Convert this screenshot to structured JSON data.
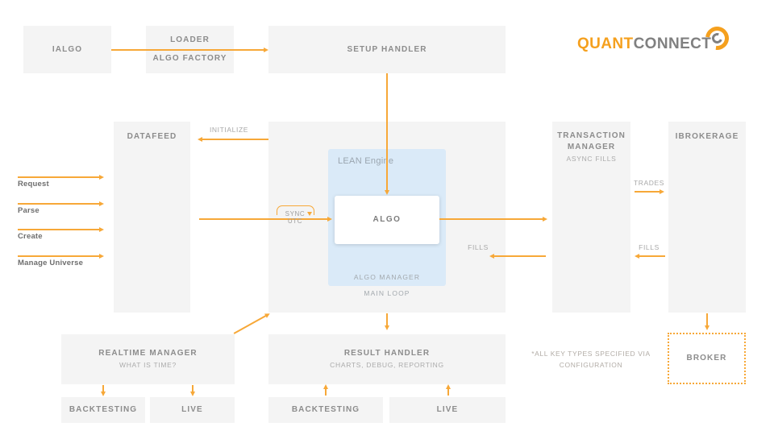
{
  "logo": {
    "primary": "QUANT",
    "secondary": "CONNECT"
  },
  "colors": {
    "accent": "#F7A838",
    "logo_orange": "#F5A01E",
    "logo_gray": "#808080",
    "box_bg": "#F4F4F4",
    "lean_bg": "#DAEAF8",
    "title_text": "#8C8C8C"
  },
  "nodes": {
    "ialgo": {
      "title": "IALGO"
    },
    "loader": {
      "title": "LOADER",
      "subtitle": "ALGO FACTORY"
    },
    "setup_handler": {
      "title": "SETUP HANDLER"
    },
    "datafeed": {
      "title": "DATAFEED"
    },
    "lean_engine": {
      "title": "LEAN Engine",
      "algo": "ALGO",
      "algo_manager": "ALGO MANAGER",
      "main_loop": "MAIN LOOP"
    },
    "transaction_manager": {
      "title": "TRANSACTION MANAGER",
      "subtitle": "ASYNC FILLS"
    },
    "ibrokerage": {
      "title": "IBROKERAGE"
    },
    "realtime_manager": {
      "title": "REALTIME MANAGER",
      "subtitle": "WHAT IS TIME?"
    },
    "result_handler": {
      "title": "RESULT HANDLER",
      "subtitle": "CHARTS, DEBUG, REPORTING"
    },
    "backtesting_left": {
      "title": "BACKTESTING"
    },
    "live_left": {
      "title": "LIVE"
    },
    "backtesting_center": {
      "title": "BACKTESTING"
    },
    "live_center": {
      "title": "LIVE"
    },
    "broker": {
      "title": "BROKER"
    }
  },
  "edge_labels": {
    "initialize": "INITIALIZE",
    "sync_utc": "SYNC UTC",
    "trades": "TRADES",
    "fills_to_engine": "FILLS",
    "fills_to_transaction": "FILLS",
    "request": "Request",
    "parse": "Parse",
    "create": "Create",
    "manage_universe": "Manage Universe"
  },
  "note": {
    "line1": "*ALL KEY TYPES SPECIFIED VIA",
    "line2": "CONFIGURATION"
  }
}
